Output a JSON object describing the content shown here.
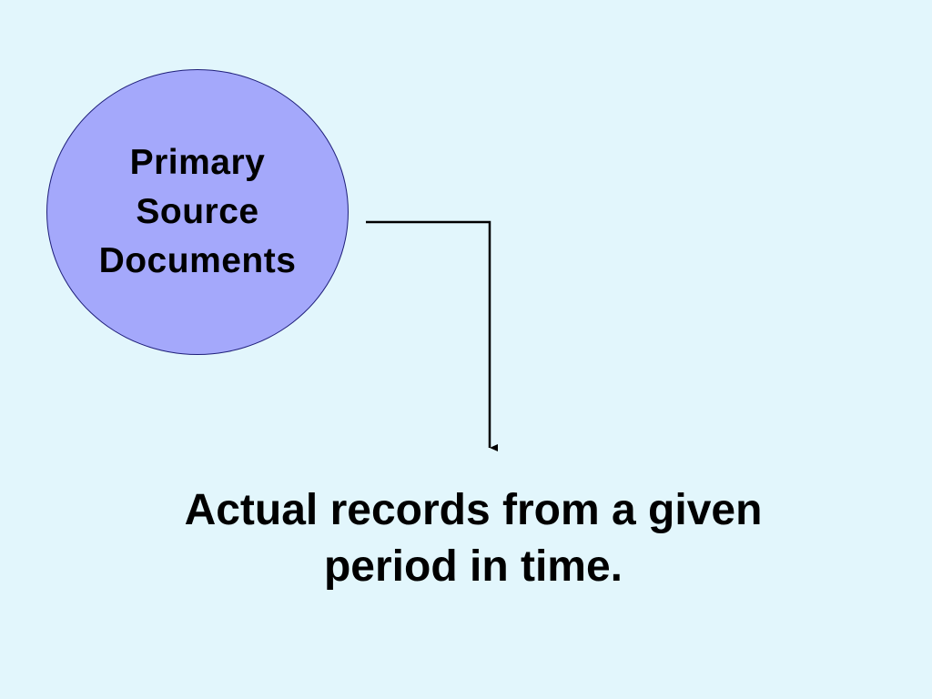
{
  "slide": {
    "background_color": "#e2f6fc",
    "node": {
      "lines": [
        "Primary",
        "Source",
        "Documents"
      ],
      "fill_color": "#a4a8fb",
      "border_color": "#1f1f7a"
    },
    "caption": {
      "lines": [
        "Actual records from a given",
        "period in time."
      ]
    }
  }
}
